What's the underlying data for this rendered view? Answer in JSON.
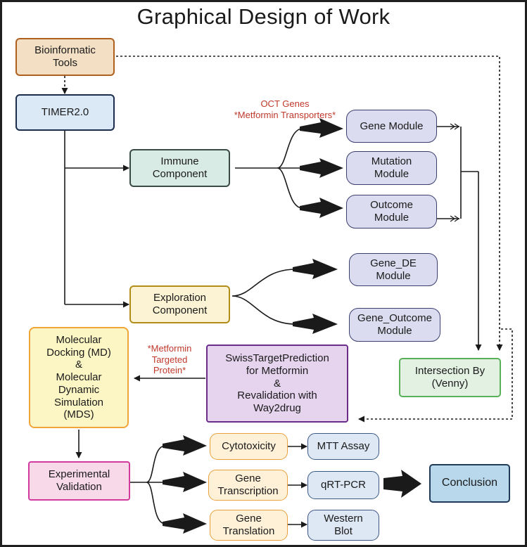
{
  "title": "Graphical Design of Work",
  "colors": {
    "annotation": "#c0392b",
    "frame": "#1f1f1f"
  },
  "nodes": {
    "bioinformatic_tools": "Bioinformatic\nTools",
    "timer": "TIMER2.0",
    "immune_component": "Immune\nComponent",
    "exploration_component": "Exploration\nComponent",
    "gene_module": "Gene Module",
    "mutation_module": "Mutation\nModule",
    "outcome_module": "Outcome\nModule",
    "gene_de_module": "Gene_DE\nModule",
    "gene_outcome_module": "Gene_Outcome\nModule",
    "molecular_docking": "Molecular\nDocking (MD)\n&\nMolecular\nDynamic\nSimulation\n(MDS)",
    "swiss_target": "SwissTargetPrediction\nfor Metformin\n&\nRevalidation with\nWay2drug",
    "intersection": "Intersection By\n(Venny)",
    "experimental_validation": "Experimental\nValidation",
    "cytotoxicity": "Cytotoxicity",
    "gene_transcription": "Gene\nTranscription",
    "gene_translation": "Gene\nTranslation",
    "mtt_assay": "MTT Assay",
    "qrt_pcr": "qRT-PCR",
    "western_blot": "Western\nBlot",
    "conclusion": "Conclusion"
  },
  "annotations": {
    "oct_genes": "OCT Genes\n*Metformin Transporters*",
    "metformin_targeted": "*Metformin\nTargeted\nProtein*"
  }
}
